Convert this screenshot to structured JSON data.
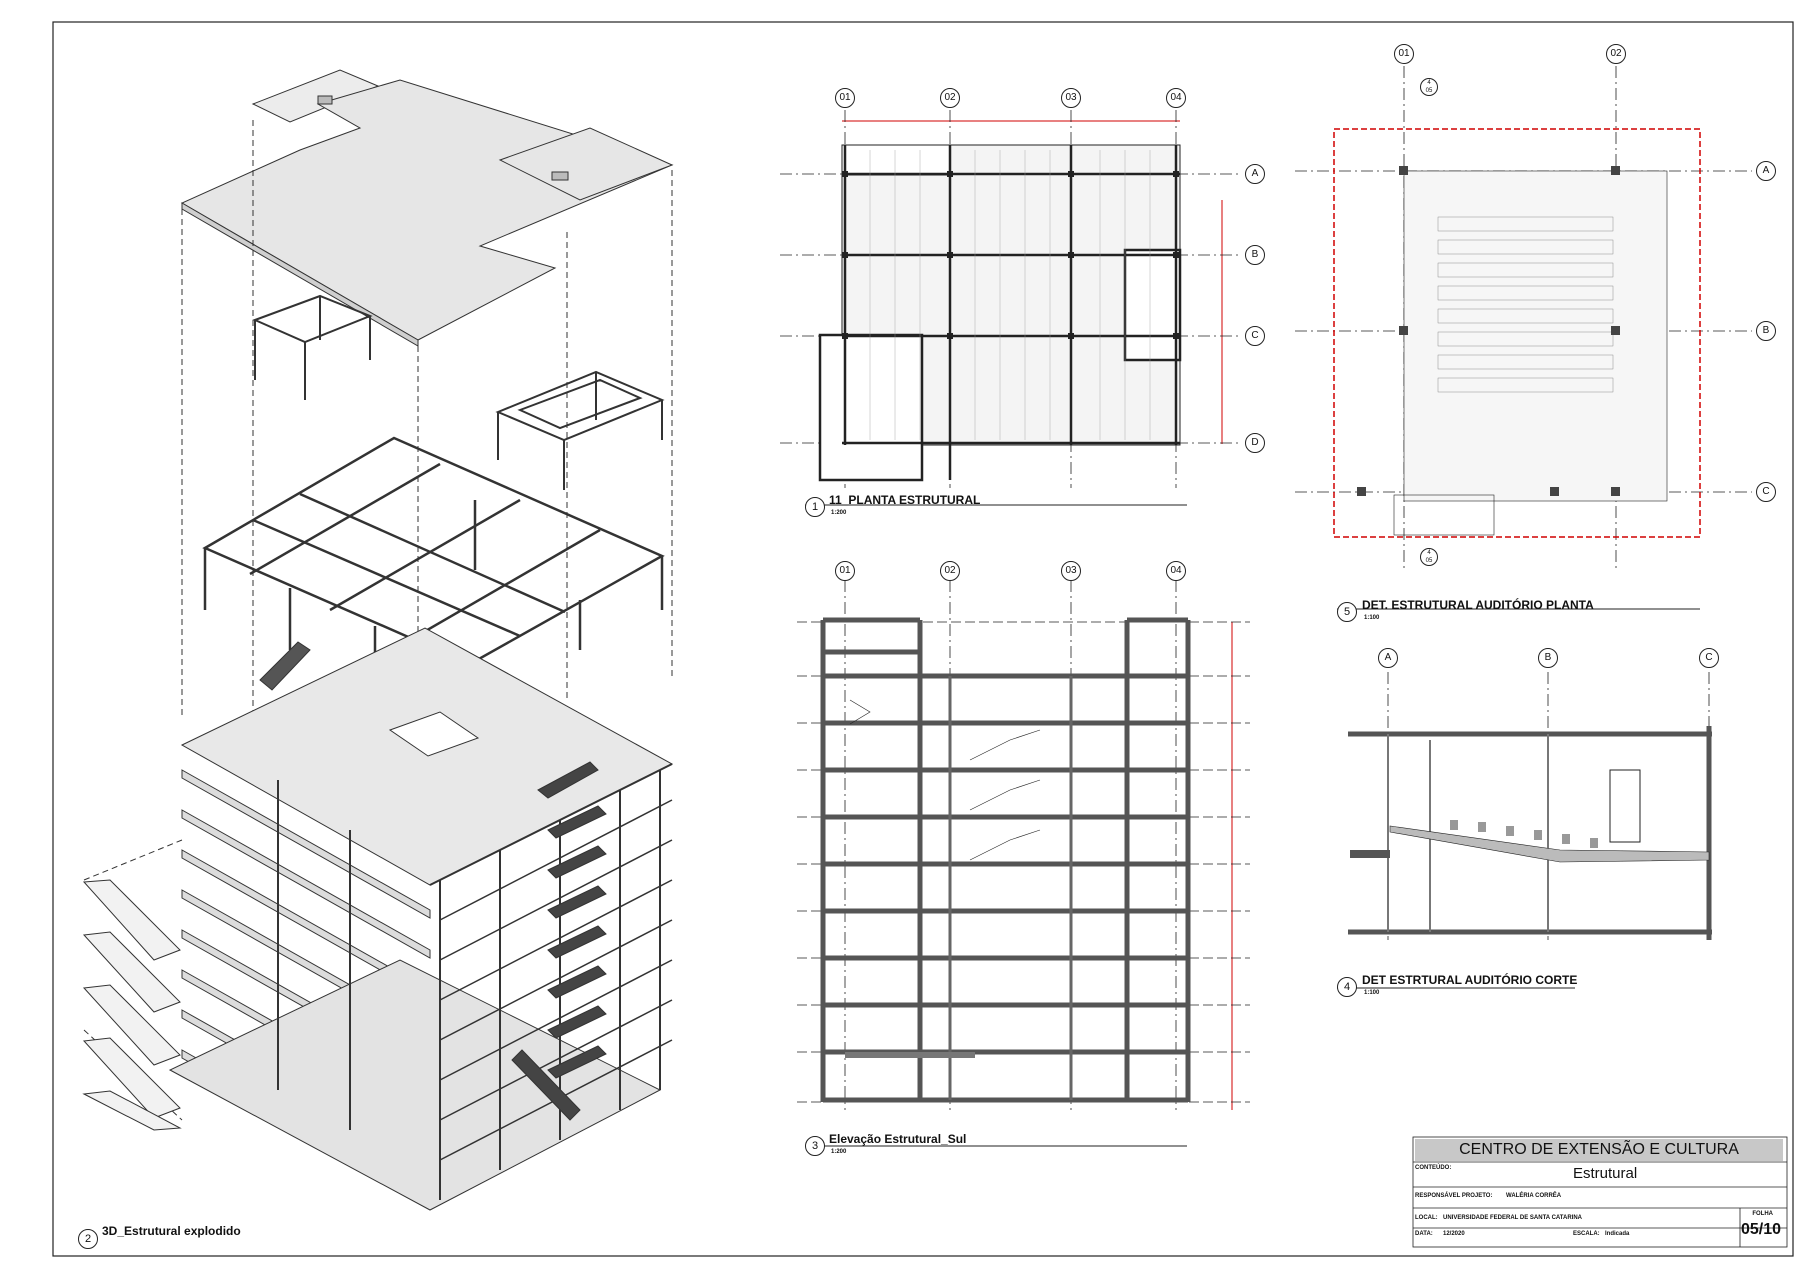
{
  "views": {
    "v1": {
      "number": "1",
      "title": "11_PLANTA ESTRUTURAL",
      "scale": "1:200"
    },
    "v2": {
      "number": "2",
      "title": "3D_Estrutural explodido"
    },
    "v3": {
      "number": "3",
      "title": "Elevação Estrutural_Sul",
      "scale": "1:200"
    },
    "v4": {
      "number": "4",
      "title": "DET ESTRTURAL AUDITÓRIO CORTE",
      "scale": "1:100"
    },
    "v5": {
      "number": "5",
      "title": "DET. ESTRUTURAL AUDITÓRIO PLANTA",
      "scale": "1:100"
    }
  },
  "grids": {
    "plan_columns": [
      "01",
      "02",
      "03",
      "04"
    ],
    "plan_rows": [
      "A",
      "B",
      "C",
      "D"
    ],
    "aud_columns": [
      "01",
      "02"
    ],
    "aud_rows": [
      "A",
      "B",
      "C"
    ],
    "section_columns": [
      "A",
      "B",
      "C"
    ]
  },
  "section_marker": {
    "top": "4",
    "bottom": "05"
  },
  "title_block": {
    "project": "CENTRO DE EXTENSÃO E CULTURA",
    "content_label": "CONTEÚDO:",
    "content": "Estrutural",
    "responsible_label": "RESPONSÁVEL PROJETO:",
    "responsible": "WALÉRIA CORRÊA",
    "location_label": "LOCAL:",
    "location": "UNIVERSIDADE FEDERAL DE SANTA CATARINA",
    "date_label": "DATA:",
    "date": "12/2020",
    "scale_label": "ESCALA:",
    "scale": "Indicada",
    "sheet_label": "FOLHA",
    "sheet": "05/10"
  },
  "colors": {
    "dimension": "#d00000",
    "detail_box": "#d00000",
    "line": "#222222",
    "fill": "#eaeaea"
  }
}
